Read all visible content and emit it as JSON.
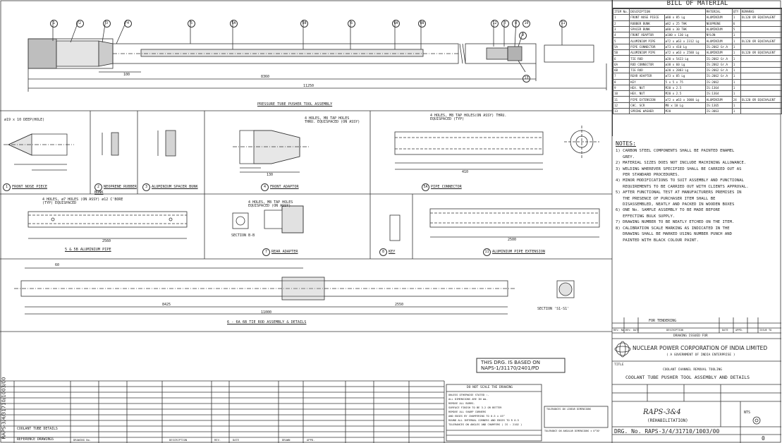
{
  "bom": {
    "title": "BILL OF MATERIAL",
    "columns": [
      "ITEM No.",
      "DESCRIPTION",
      "MATERIAL",
      "QTY",
      "REMARKS"
    ],
    "rows": [
      [
        "1",
        "FRONT NOSE PIECE",
        "ø80 x 85 Lg",
        "ALUMINIUM",
        "1",
        "OL120 OR EQUIVALENT"
      ],
      [
        "2",
        "RUBBER BUNK",
        "ø82 x 25 THK",
        "NEOPRENE",
        "6",
        ""
      ],
      [
        "3",
        "SPACER BUNK",
        "ø80 x 30 THK",
        "ALUMINIUM",
        "5",
        ""
      ],
      [
        "4",
        "FRONT ADAPTOR",
        "ø100 x 130 Lg",
        "NYLON",
        "1",
        ""
      ],
      [
        "5",
        "ALUMINIUM PIPE",
        "ø72 x ø63 x 2312 Lg",
        "ALUMINIUM",
        "1",
        "OL120 OR EQUIVALENT"
      ],
      [
        "5A",
        "PIPE CONNECTOR",
        "ø73 x 410 Lg",
        "IS:2062 Gr.A",
        "1",
        ""
      ],
      [
        "5B",
        "ALUMINIUM PIPE",
        "ø72 x ø63 x 2588 Lg",
        "ALUMINIUM",
        "1",
        "OL120 OR EQUIVALENT"
      ],
      [
        "6",
        "TIE ROD",
        "ø20 x 5423 Lg",
        "IS:2062 Gr.A",
        "1",
        ""
      ],
      [
        "6A",
        "ROD CONNECTOR",
        "ø30 x 60 Lg",
        "IS:2062 Gr.A",
        "1",
        ""
      ],
      [
        "6B",
        "TIE ROD",
        "ø20 x 2883 Lg",
        "IS:2062 Gr.A",
        "1",
        ""
      ],
      [
        "7",
        "REAR ADAPTER",
        "ø73 x 85 Lg",
        "IS:2062 Gr.A",
        "1",
        ""
      ],
      [
        "8",
        "KEY",
        "5 x 5 x 75",
        "IS:2062",
        "1",
        ""
      ],
      [
        "9",
        "HEX. NUT",
        "M20 x 2.5",
        "IS:1364",
        "1",
        ""
      ],
      [
        "10",
        "HEX. NUT",
        "M20 x 2.5",
        "IS:1364",
        "1",
        ""
      ],
      [
        "11",
        "PIPE EXTENSION",
        "ø72 x ø63 x 3000 Lg",
        "ALUMINIUM",
        "24",
        "OL120 OR EQUIVALENT"
      ],
      [
        "12",
        "CHC. SCR",
        "M8 x 10 Lg",
        "IS:1365",
        "1",
        ""
      ],
      [
        "13",
        "SPRING WASHER",
        "M20",
        "IS:3063",
        "1",
        ""
      ]
    ]
  },
  "notes": {
    "title": "NOTES:",
    "items": [
      "1) CARBON STEEL COMPONENTS SHALL BE PAINTED ENAMEL",
      "   GREY.",
      "2) MATERIAL SIZES DOES NOT INCLUDE MACHINING ALLOWANCE.",
      "3) WELDING WHEREVER SPECIFIED SHALL BE CARRIED OUT AS",
      "   PER STANDARD PROCEDURES.",
      "4) MINOR MODIFICATIONS TO SUIT ASSEMBLY AND FUNCTIONAL",
      "   REQUIREMENTS TO BE CARRIED OUT WITH CLIENTS APPROVAL.",
      "5) AFTER FUNCTIONAL TEST AT MANUFACTURERS PREMISES IN",
      "   THE PRESENCE OF PURCHASER ITEM SHALL BE",
      "   DISASSEMBLED, NEATLY AND PACKED IN WOODEN BOXES",
      "6) ONE No. SAMPLE ASSEMBLY TO BE MADE BEFORE",
      "   EFFECTING BULK SUPPLY.",
      "7) DRAWING NUMBER TO BE NEATLY ETCHED ON THE ITEM.",
      "8) CALIBRATION SCALE MARKING AS INDICATED IN THE",
      "   DRAWING SHALL BE MARKED USING NUMBER PUNCH AND",
      "   PAINTED WITH BLACK COLOUR PAINT."
    ]
  },
  "drawing": {
    "assembly_caption": "PRESSURE TUBE PUSHER TOOL ASSEMBLY",
    "dim_overall": "11250",
    "dim_sub": "8360",
    "dim_100": "100",
    "balloons": [
      "1",
      "2",
      "3",
      "4",
      "5",
      "5A",
      "5B",
      "6",
      "6A",
      "6B",
      "12",
      "7",
      "8",
      "10",
      "9",
      "13",
      "11"
    ],
    "part_captions": {
      "p1": "FRONT NOSE PIECE",
      "p2": "NEOPRENE RUBBER BUNK",
      "p3": "ALUMINIUM SPACER BUNK",
      "p4": "FRONT ADAPTOR",
      "p5a": "PIPE CONNECTOR",
      "p5": "5 & 5B  ALUMINIUM PIPE",
      "p7": "REAR ADAPTER",
      "p8": "KEY",
      "p11": "ALUMINIUM PIPE EXTENSION",
      "p6": "6 - 6A  6B  TIE ROD ASSEMBLY & DETAILS",
      "section_bb": "SECTION B-B",
      "section_s1": "SECTION 'S1-S1'"
    },
    "part_numbers": {
      "p1": "1",
      "p2": "2",
      "p3": "3",
      "p4": "4",
      "p5a": "5A",
      "p7": "7",
      "p8": "8",
      "p11": "11"
    },
    "note_holes_1": "4 HOLES, M8 TAP HOLES THRU. EQUISPACED (ON ASSY)",
    "note_holes_2": "4 HOLES, M8 TAP HOLES(ON ASSY) THRU. EQUISPACED (TYP)",
    "note_holes_3": "4 HOLES, ø7 HOLES (ON ASSY) ø12 C'BORE (TYP) EQUISPACED",
    "note_holes_4": "4 HOLES, M8 TAP HOLES EQUISPACED (ON ASSY)",
    "hole_note_p1": "ø19 x 10 DEEP(HOLE)",
    "dim_tie_1": "8425",
    "dim_tie_2": "2550",
    "dim_tie_3": "11000",
    "dim_tie_4": "60",
    "dim_p11": "2500",
    "dim_p5": "2560",
    "dim_p5a": "410",
    "dim_p4": "130",
    "stamp": "THIS DRG. IS BASED ON\nNAPS-1/31170/2401/PD"
  },
  "title_block": {
    "company": "NUCLEAR POWER CORPORATION OF INDIA LIMITED",
    "company_sub": "( A GOVERNMENT OF INDIA ENTERPRISE )",
    "drawing_issued": "DRAWING ISSUED FOR",
    "title_label": "TITLE",
    "title_line1": "COOLANT CHANNEL REMOVAL TOOLING",
    "title_line2": "COOLANT TUBE PUSHER TOOL ASSEMBLY AND DETAILS",
    "project": "RAPS-3&4",
    "project_sub": "(REHABILITATION)",
    "drg_no": "DRG. No. RAPS-3/4/31710/1003/00",
    "side_number": "RAPS-3/4/31710/1003/00",
    "rev": "0",
    "nts": "NTS",
    "revision_row": "FOR TENDERING",
    "rev_cols": [
      "REV. No.",
      "REV. DATE",
      "DESCRIPTION",
      "DATE",
      "APPD.",
      "ISSUE TO"
    ],
    "bottom_left_1": "COOLANT TUBE DETAILS",
    "bottom_left_2": "REFERENCE DRAWINGS",
    "bottom_cols": [
      "DRAWING No.",
      "DESCRIPTION",
      "REV.",
      "DATE",
      "DRAWN",
      "APPD."
    ],
    "tolerance_header": "DO NOT SCALE THE DRAWING",
    "tolerance_lines": [
      "UNLESS OTHERWISE STATED :-",
      "ALL DIMENSIONS ARE IN mm.",
      "REMOVE ALL BURRS.",
      "SURFACE FINISH TO BE 3.2 OR BETTER",
      "REMOVE ALL SHARP CORNERS",
      "AND EDGES BY CHAMFERING TO 0.5 x 45°",
      "ROUND ALL INTERNAL CORNERS AND EDGES TO R 0.5",
      "TOLERANCES ON ANGLES AND CHAMFERS ( IS : 2102 )"
    ],
    "tol_note": "TOLERANCES ON LINEAR DIMENSIONS",
    "tol_note_2": "TOLERANCE ON ANGULAR DIMENSIONS ± 0°30'"
  }
}
